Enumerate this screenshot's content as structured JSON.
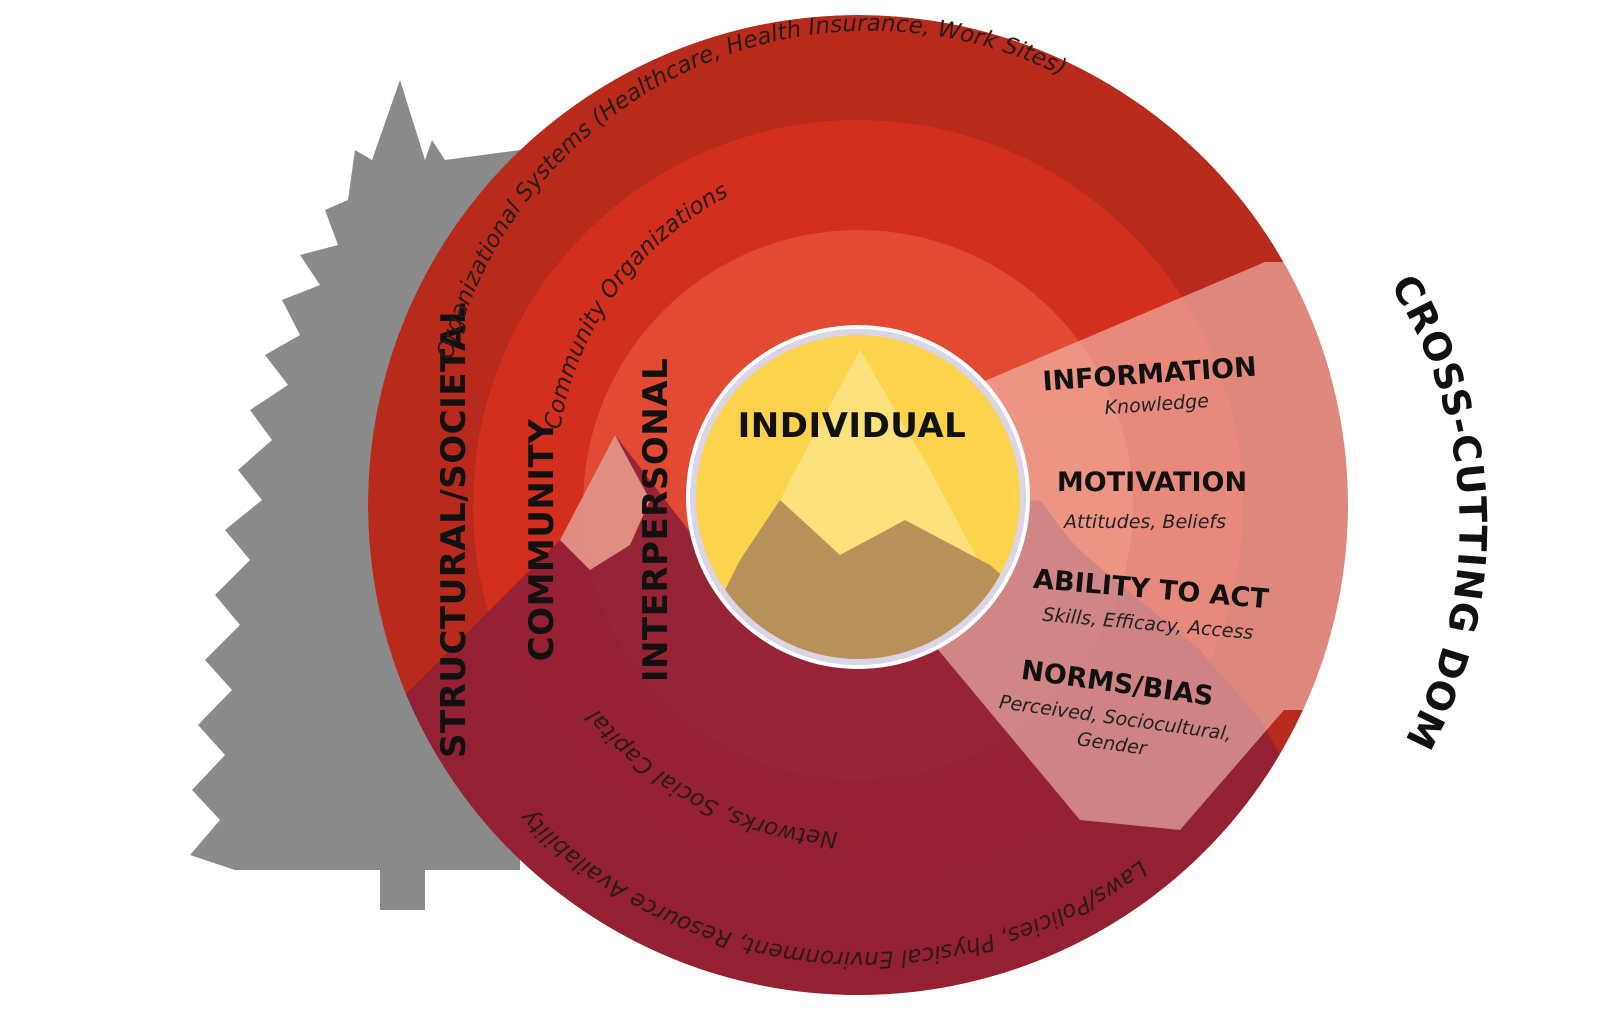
{
  "levels": {
    "individual": "INDIVIDUAL",
    "interpersonal": "INTERPERSONAL",
    "interpersonal_sub": "Networks, Social Capital",
    "community": "COMMUNITY",
    "community_sub": "Community Organizations",
    "structural": "STRUCTURAL/SOCIETAL",
    "structural_sub_top": "Organizational Systems (Healthcare, Health Insurance, Work Sites)",
    "structural_sub_bottom": "Laws/Policies, Physical Environment, Resource Availability"
  },
  "cross_cutting": {
    "title": "CROSS-CUTTING DOMAINS",
    "domains": [
      {
        "label": "INFORMATION",
        "sub": "Knowledge"
      },
      {
        "label": "MOTIVATION",
        "sub": "Attitudes, Beliefs"
      },
      {
        "label": "ABILITY TO ACT",
        "sub": "Skills, Efficacy, Access"
      },
      {
        "label": "NORMS/BIAS",
        "sub": "Perceived, Sociocultural,",
        "sub2": "Gender"
      }
    ]
  },
  "colors": {
    "structural": "#b82a1c",
    "community": "#d22f1e",
    "interpersonal": "#e24a33",
    "individual": "#fbd34d",
    "mountain": "#8f1f36",
    "tree": "#8a8a8a",
    "wedge": "#f6c7bc"
  },
  "icons": [
    "pine-tree-icon",
    "mountain-icon"
  ]
}
